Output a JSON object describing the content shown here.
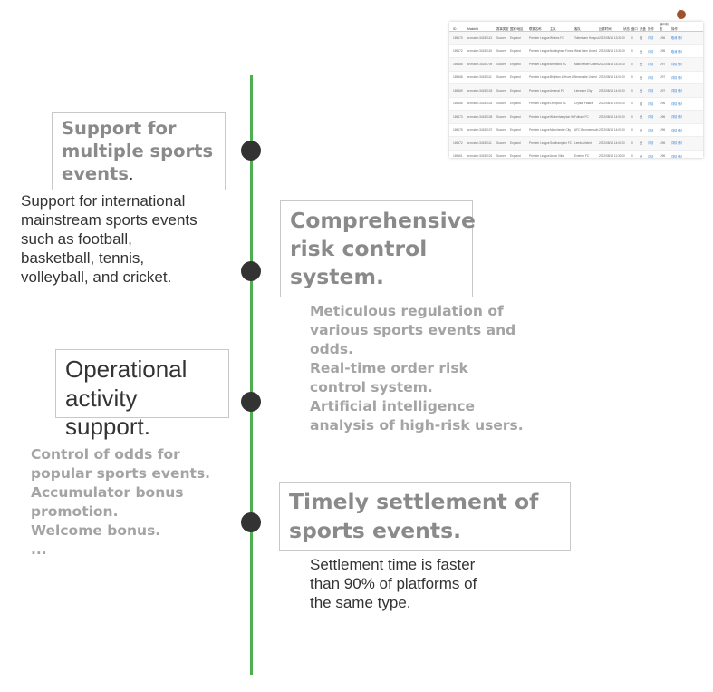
{
  "timeline": {
    "color": "#4caf50",
    "events": [
      {
        "title": "Support for multiple sports events",
        "title_suffix": ".",
        "description": [
          "Support for international",
          "mainstream sports events",
          "such as football,",
          "basketball, tennis,",
          "volleyball, and cricket."
        ]
      },
      {
        "title": "Comprehensive risk control system.",
        "description": [
          "Meticulous regulation of",
          "various sports events and",
          "odds.",
          "Real-time order risk",
          "control system.",
          "Artificial intelligence",
          "analysis of high-risk users."
        ]
      },
      {
        "title": "Operational activity support.",
        "description": [
          "Control of odds for",
          "popular sports events.",
          "Accumulator bonus",
          "promotion.",
          "Welcome bonus.",
          "..."
        ]
      },
      {
        "title": "Timely settlement of sports events.",
        "description": [
          "Settlement time is faster",
          "than 90% of platforms of",
          "the same type."
        ]
      }
    ]
  },
  "thumbnail": {
    "headers": [
      "ID",
      "Matchid",
      "赛事类型",
      "国家/地区",
      "联赛名称",
      "主队",
      "客队",
      "比赛时间",
      "状态",
      "盘口",
      "开盘",
      "操作",
      "接口状态",
      "操作"
    ],
    "rows": [
      [
        "169170",
        "sr:match:34155113",
        "Soccer",
        "England",
        "Premier League",
        "Wolves FC",
        "Tottenham Hotspur",
        "2022/08/14 13:30:00",
        "0",
        "0",
        "赔",
        "详情",
        "1/96",
        "取消 修改"
      ],
      [
        "169172",
        "sr:match:34155115",
        "Soccer",
        "England",
        "Premier League",
        "Nottingham Forest",
        "West Ham United",
        "2022/08/14 13:30:00",
        "0",
        "0",
        "盘",
        "详情",
        "1/96",
        "取消 修改"
      ],
      [
        "169166",
        "sr:match:34155709",
        "Soccer",
        "England",
        "Premier League",
        "Brentford FC",
        "Manchester United",
        "2022/08/13 15:30:00",
        "0",
        "0",
        "盘",
        "详情",
        "1/97",
        "详情 修改"
      ],
      [
        "169168",
        "sr:match:34155111",
        "Soccer",
        "England",
        "Premier League",
        "Brighton & Hove Albion",
        "Newcastle United",
        "2022/08/13 14:00:00",
        "0",
        "0",
        "盘",
        "详情",
        "1/97",
        "详情 修改"
      ],
      [
        "169169",
        "sr:match:34155103",
        "Soccer",
        "England",
        "Premier League",
        "Arsenal FC",
        "Leicester City",
        "2022/08/13 14:00:00",
        "0",
        "0",
        "盘",
        "详情",
        "1/97",
        "详情 修改"
      ],
      [
        "169166",
        "sr:match:34155103",
        "Soccer",
        "England",
        "Premier League",
        "Liverpool FC",
        "Crystal Palace",
        "2022/08/15 19:00:00",
        "0",
        "0",
        "赔",
        "详情",
        "1/96",
        "详情 修改"
      ],
      [
        "169173",
        "sr:match:34155105",
        "Soccer",
        "England",
        "Premier League",
        "Wolverhampton Wanderers",
        "Fulham FC",
        "2022/08/13 14:00:00",
        "0",
        "0",
        "盘",
        "详情",
        "1/96",
        "详情 修改"
      ],
      [
        "169175",
        "sr:match:34155107",
        "Soccer",
        "England",
        "Premier League",
        "Manchester City",
        "AFC Bournemouth",
        "2022/08/13 14:00:00",
        "0",
        "0",
        "盘",
        "详情",
        "1/96",
        "详情 修改"
      ],
      [
        "169172",
        "sr:match:34155111",
        "Soccer",
        "England",
        "Premier League",
        "Southampton FC",
        "Leeds United",
        "2022/08/14 14:00:00",
        "0",
        "0",
        "盘",
        "详情",
        "1/96",
        "详情 修改"
      ],
      [
        "169161",
        "sr:match:34155101",
        "Soccer",
        "England",
        "Premier League",
        "Aston Villa",
        "Everton FC",
        "2022/08/13 11:30:00",
        "0",
        "0",
        "盘",
        "详情",
        "1/96",
        "详情 修改"
      ]
    ]
  }
}
